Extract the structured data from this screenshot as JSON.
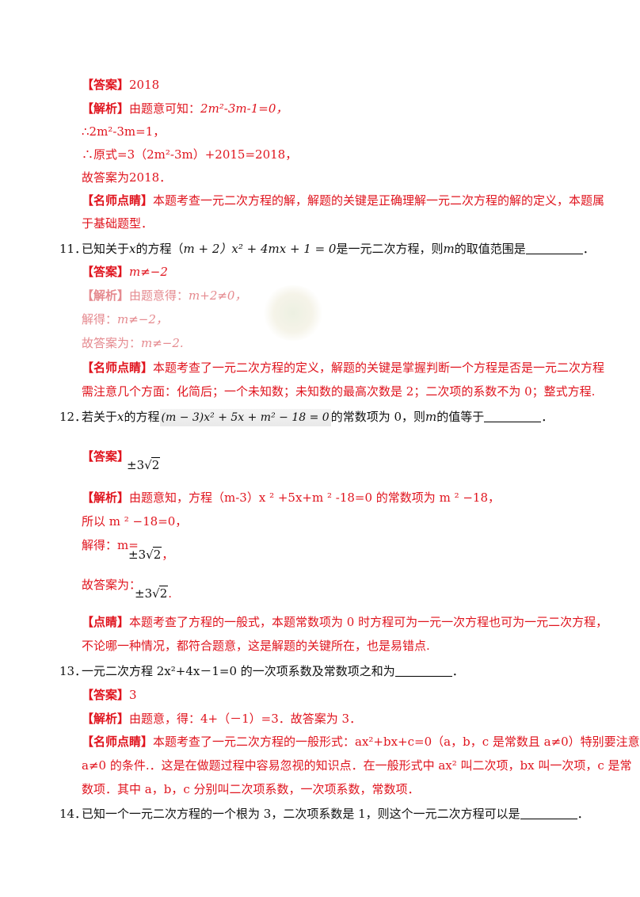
{
  "q10": {
    "answer_label": "【答案】",
    "answer_value": "2018",
    "analysis_label": "【解析】",
    "analysis_text": "由题意可知：",
    "analysis_formula": "2m²-3m-1=0，",
    "line2": "∴2m²-3m=1，",
    "line3": "∴原式=3（2m²-3m）+2015=2018，",
    "line4": "故答案为2018．",
    "tip_label": "【名师点睛】",
    "tip_text_1": "本题考查一元二次方程的解，解题的关键是正确理解一元二次方程的解的定义，本题属",
    "tip_text_2": "于基础题型．"
  },
  "q11": {
    "number": "11．",
    "stem_a": "已知关于",
    "stem_var": "x",
    "stem_b": "的方程（",
    "stem_formula": "m + 2）x² + 4mx + 1 = 0",
    "stem_c": "是一元二次方程，则",
    "stem_var2": "m",
    "stem_d": "的取值范围是",
    "stem_end": "．",
    "answer_label": "【答案】",
    "answer_value": "m≠−2",
    "analysis_label": "【解析】",
    "analysis_text": "由题意得：",
    "analysis_formula": "m+2≠0，",
    "solve_label": "解得：",
    "solve_value": "m≠−2，",
    "conclude_label": "故答案为：",
    "conclude_value": "m≠−2.",
    "tip_label": "【名师点睛】",
    "tip_text_1": "本题考查了一元二次方程的定义，解题的关键是掌握判断一个方程是否是一元二次方程",
    "tip_text_2": "需注意几个方面：化简后；一个未知数；未知数的最高次数是 2；二次项的系数不为 0；整式方程."
  },
  "q12": {
    "number": "12．",
    "stem_a": "若关于",
    "stem_var": "x",
    "stem_b": "的方程",
    "stem_formula": "(m − 3)x² + 5x + m² − 18 = 0",
    "stem_c": "的常数项为 0，则",
    "stem_var2": "m",
    "stem_d": "的值等于",
    "stem_end": "．",
    "answer_label": "【答案】",
    "answer_pm": "±3",
    "answer_rad": "2",
    "analysis_label": "【解析】",
    "analysis_text": "由题意知，方程（m-3）x ² +5x+m ² -18=0 的常数项为 m ² −18，",
    "line2": "所以 m ² −18=0，",
    "solve_label": "解得：m=",
    "solve_pm": "±3",
    "solve_rad": "2",
    "solve_end": "，",
    "conclude_label": "故答案为：",
    "conclude_pm": "±3",
    "conclude_rad": "2",
    "conclude_end": ".",
    "tip_label": "【点睛】",
    "tip_text_1": "本题考查了方程的一般式，本题常数项为 0 时方程可为一元一次方程也可为一元二次方程，",
    "tip_text_2": "不论哪一种情况，都符合题意，这是解题的关键所在，也是易错点."
  },
  "q13": {
    "number": "13．",
    "stem_a": "一元二次方程 2x²+4x－1=0 的一次项系数及常数项之和为",
    "stem_end": "．",
    "answer_label": "【答案】",
    "answer_value": "3",
    "analysis_label": "【解析】",
    "analysis_text": "由题意，得：4+（－1）=3．故答案为 3．",
    "tip_label": "【名师点睛】",
    "tip_text_1": "本题考查了一元二次方程的一般形式：ax²+bx+c=0（a，b，c 是常数且 a≠0）特别要注意",
    "tip_text_2": "a≠0 的条件.．这是在做题过程中容易忽视的知识点．在一般形式中 ax² 叫二次项，bx 叫一次项，c 是常",
    "tip_text_3": "数项．其中 a，b，c 分别叫二次项系数，一次项系数，常数项．"
  },
  "q14": {
    "number": "14．",
    "stem_a": "已知一个一元二次方程的一个根为 3，二次项系数是 1，则这个一元二次方程可以是",
    "stem_end": "．"
  },
  "colors": {
    "answer_red": "#e0141e",
    "text_black": "#111111"
  }
}
